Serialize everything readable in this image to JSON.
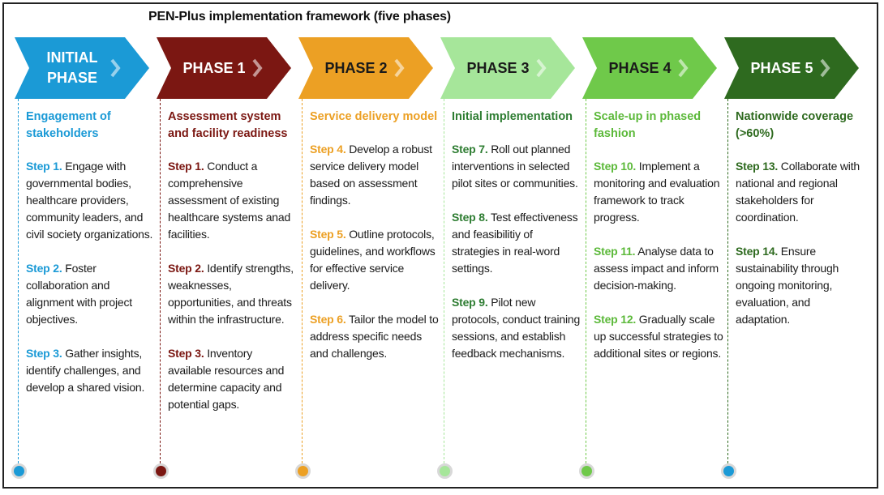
{
  "title": "PEN-Plus implementation framework (five phases)",
  "phases": [
    {
      "label": "INITIAL\nPHASE",
      "color": "#1b9ad6",
      "label_color": "#ffffff",
      "heading": "Engagement of stakeholders",
      "steps": [
        {
          "label": "Step 1.",
          "text": "Engage with governmental bodies, healthcare providers, community leaders, and civil society organizations."
        },
        {
          "label": "Step 2.",
          "text": "Foster collaboration and alignment with project objectives."
        },
        {
          "label": "Step 3.",
          "text": "Gather insights, identify challenges, and develop a shared vision."
        }
      ]
    },
    {
      "label": "PHASE 1",
      "color": "#7b1712",
      "label_color": "#ffffff",
      "heading": "Assessment system and facility readiness",
      "steps": [
        {
          "label": "Step 1.",
          "text": "Conduct a comprehensive assessment of existing healthcare systems anad facilities."
        },
        {
          "label": "Step 2.",
          "text": "Identify strengths, weaknesses, opportunities, and threats within the infrastructure."
        },
        {
          "label": "Step 3.",
          "text": "Inventory available resources and determine capacity and potential gaps."
        }
      ]
    },
    {
      "label": "PHASE 2",
      "color": "#eca024",
      "label_color": "#1a1a1a",
      "heading": "Service delivery model",
      "steps": [
        {
          "label": "Step 4.",
          "text": "Develop a robust service delivery model based on assessment findings."
        },
        {
          "label": "Step 5.",
          "text": "Outline protocols, guidelines, and workflows for effective service delivery."
        },
        {
          "label": "Step 6.",
          "text": "Tailor the model to address specific needs and challenges."
        }
      ]
    },
    {
      "label": "PHASE 3",
      "color": "#a6e69a",
      "label_color": "#1a1a1a",
      "heading_color": "#2e7d32",
      "heading": "Initial implementation",
      "steps": [
        {
          "label": "Step 7.",
          "text": "Roll out planned interventions in selected pilot sites or communities."
        },
        {
          "label": "Step 8.",
          "text": "Test effectiveness and feasibilitiy of strategies in real-word settings."
        },
        {
          "label": "Step 9.",
          "text": "Pilot new protocols, conduct training sessions, and establish feedback mechanisms."
        }
      ]
    },
    {
      "label": "PHASE 4",
      "color": "#6fc94a",
      "label_color": "#1a1a1a",
      "heading_color": "#5cb93a",
      "heading": "Scale-up in phased fashion",
      "steps": [
        {
          "label": "Step 10.",
          "text": "Implement a monitoring and evaluation framework to track progress."
        },
        {
          "label": "Step 11.",
          "text": "Analyse data to assess impact and inform decision-making."
        },
        {
          "label": "Step 12.",
          "text": "Gradually scale up successful strategies to additional sites or regions."
        }
      ]
    },
    {
      "label": "PHASE 5",
      "color": "#2e6a1f",
      "label_color": "#ffffff",
      "dot_color": "#1b9ad6",
      "heading": "Nationwide coverage (>60%)",
      "steps": [
        {
          "label": "Step 13.",
          "text": "Collaborate with national and regional stakeholders for coordination."
        },
        {
          "label": "Step 14.",
          "text": "Ensure sustainability through ongoing monitoring, evaluation, and adaptation."
        }
      ]
    }
  ]
}
